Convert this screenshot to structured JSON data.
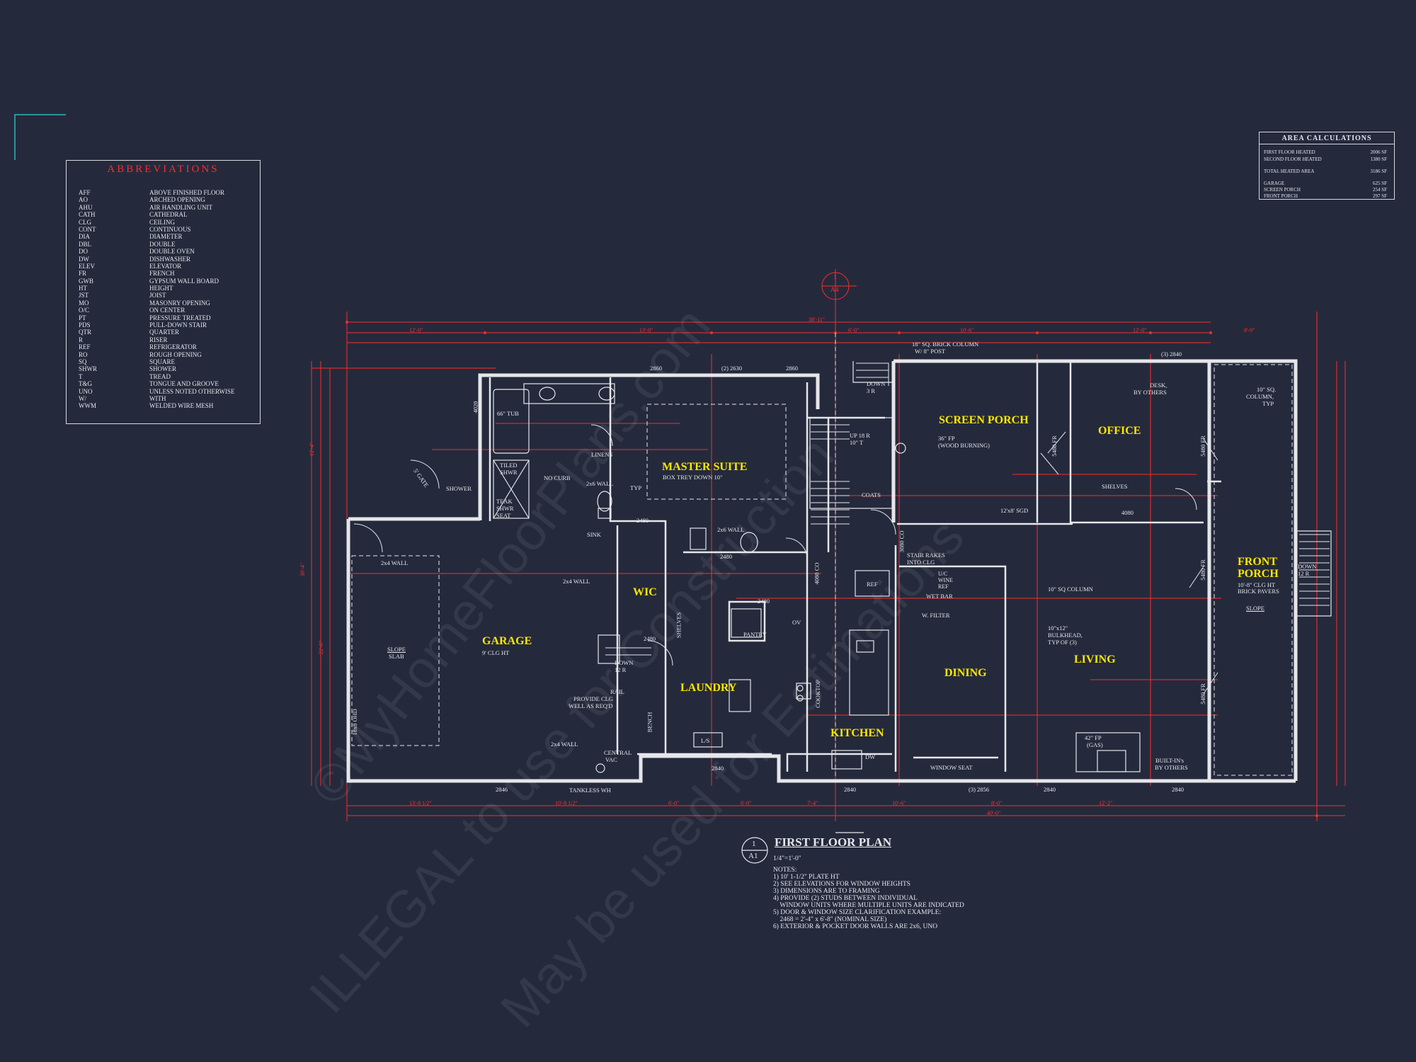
{
  "abbreviations": {
    "title": "ABBREVIATIONS",
    "rows": [
      [
        "AFF",
        "ABOVE FINISHED FLOOR"
      ],
      [
        "AO",
        "ARCHED OPENING"
      ],
      [
        "AHU",
        "AIR HANDLING UNIT"
      ],
      [
        "CATH",
        "CATHEDRAL"
      ],
      [
        "CLG",
        "CEILING"
      ],
      [
        "CONT",
        "CONTINUOUS"
      ],
      [
        "DIA",
        "DIAMETER"
      ],
      [
        "DBL",
        "DOUBLE"
      ],
      [
        "DO",
        "DOUBLE OVEN"
      ],
      [
        "DW",
        "DISHWASHER"
      ],
      [
        "ELEV",
        "ELEVATOR"
      ],
      [
        "FR",
        "FRENCH"
      ],
      [
        "GWB",
        "GYPSUM WALL BOARD"
      ],
      [
        "HT",
        "HEIGHT"
      ],
      [
        "JST",
        "JOIST"
      ],
      [
        "MO",
        "MASONRY OPENING"
      ],
      [
        "O/C",
        "ON CENTER"
      ],
      [
        "PT",
        "PRESSURE TREATED"
      ],
      [
        "PDS",
        "PULL-DOWN STAIR"
      ],
      [
        "QTR",
        "QUARTER"
      ],
      [
        "R",
        "RISER"
      ],
      [
        "REF",
        "REFRIGERATOR"
      ],
      [
        "RO",
        "ROUGH OPENING"
      ],
      [
        "SQ",
        "SQUARE"
      ],
      [
        "SHWR",
        "SHOWER"
      ],
      [
        "T",
        "TREAD"
      ],
      [
        "T&G",
        "TONGUE AND GROOVE"
      ],
      [
        "UNO",
        "UNLESS NOTED OTHERWISE"
      ],
      [
        "W/",
        "WITH"
      ],
      [
        "WWM",
        "WELDED WIRE MESH"
      ]
    ]
  },
  "area_calculations": {
    "title": "AREA CALCULATIONS",
    "rows": [
      [
        "FIRST FLOOR HEATED",
        "2006 SF"
      ],
      [
        "SECOND FLOOR HEATED",
        "1380 SF"
      ],
      [
        "TOTAL HEATED AREA",
        "3186 SF"
      ],
      [
        "GARAGE",
        "625 SF"
      ],
      [
        "SCREEN PORCH",
        "254 SF"
      ],
      [
        "FRONT PORCH",
        "297 SF"
      ]
    ]
  },
  "rooms": {
    "master_suite": "MASTER SUITE",
    "screen_porch": "SCREEN PORCH",
    "office": "OFFICE",
    "front_porch_1": "FRONT",
    "front_porch_2": "PORCH",
    "wic": "WIC",
    "garage": "GARAGE",
    "laundry": "LAUNDRY",
    "dining": "DINING",
    "living": "LIVING",
    "kitchen": "KITCHEN"
  },
  "labels": {
    "box_trey": "BOX TREY DOWN 10\"",
    "garage_clg": "9' CLG HT",
    "front_porch_clg": "10'-8\" CLG HT",
    "brick_pavers": "BRICK PAVERS",
    "tub": "66\" TUB",
    "tiled_shwr_1": "TILED",
    "tiled_shwr_2": "SHWR",
    "teak_1": "TEAK",
    "teak_2": "SHWR",
    "teak_3": "SEAT",
    "no_curb": "NO CURB",
    "linens": "LINENS",
    "wall_2x6_a": "2x6 WALL",
    "typ": "TYP",
    "sink": "SINK",
    "shower": "SHOWER",
    "gate": "5' GATE",
    "wall_2x4_a": "2x4 WALL",
    "wall_2x4_b": "2x4 WALL",
    "wall_2x4_c": "2x4 WALL",
    "wall_2x6_b": "2x6 WALL",
    "slope_slab_1": "SLOPE",
    "slope_slab_2": "SLAB",
    "ohd": "18x8 OHD",
    "down_1": "DOWN",
    "down_1b": "12 R",
    "rail": "RAIL",
    "provide_clg_1": "PROVIDE CLG",
    "provide_clg_2": "WELL AS REQ'D",
    "bench": "BENCH",
    "central_vac_1": "CENTRAL",
    "central_vac_2": "VAC",
    "tankless": "TANKLESS WH",
    "ls": "L/S",
    "pantry": "PANTRY",
    "shelves_1": "SHELVES",
    "ov": "OV",
    "cooktop": "COOKTOP",
    "dw": "DW",
    "ref": "REF",
    "wet_bar": "WET BAR",
    "uc_wine_1": "U/C",
    "uc_wine_2": "WINE",
    "uc_wine_3": "REF",
    "w_filter": "W. FILTER",
    "stair_rakes_1": "STAIR RAKES",
    "stair_rakes_2": "INTO CLG",
    "coats": "COATS",
    "up_stair_1": "UP 18 R",
    "up_stair_2": "10\" T",
    "down_2": "DOWN",
    "down_2b": "3 R",
    "fp_1": "36\" FP",
    "fp_2": "(WOOD BURNING)",
    "brick_col_1": "18\" SQ. BRICK COLUMN",
    "brick_col_2": "W/ 8\" POST",
    "sgd": "12'x8' SGD",
    "shelves_2": "SHELVES",
    "desk_1": "DESK,",
    "desk_2": "BY OTHERS",
    "sq_col_1": "10\" SQ.",
    "sq_col_2": "COLUMN,",
    "sq_col_3": "TYP",
    "down_3": "DOWN",
    "down_3b": "12 R",
    "slope_porch": "SLOPE",
    "sq_col_living": "10\" SQ COLUMN",
    "bulkhead_1": "10\"x12\"",
    "bulkhead_2": "BULKHEAD,",
    "bulkhead_3": "TYP OF (3)",
    "window_seat": "WINDOW SEAT",
    "fp_gas_1": "42\" FP",
    "fp_gas_2": "(GAS)",
    "built_ins_1": "BUILT-IN's",
    "built_ins_2": "BY OTHERS"
  },
  "window_codes": {
    "w1": "2860",
    "w2": "(2) 2630",
    "w3": "2860",
    "w4": "(3) 2840",
    "w5": "4020",
    "w6": "2480",
    "w7": "2480",
    "w8": "2480",
    "w9": "2480",
    "w10": "2840",
    "w11": "2846",
    "w12": "2840",
    "w13": "(3) 2856",
    "w14": "2840",
    "w15": "2840",
    "w16": "4080",
    "w17": "3080 CO",
    "w18": "4080 CO",
    "w19": "5480 FR",
    "w20": "5480 FR",
    "w21": "5480 FR",
    "w22": "5480 FR"
  },
  "dimensions": {
    "top_total": "38'-11\"",
    "top_a": "12'-0\"",
    "top_b": "13'-0\"",
    "top_c": "6'-0\"",
    "top_d": "10'-6\"",
    "top_e": "12'-0\"",
    "top_f": "8'-0\"",
    "bot_total": "40'-0\"",
    "bot_a": "13'-8 1/2\"",
    "bot_b": "10'-8 1/2\"",
    "bot_c": "6'-0\"",
    "bot_d": "6'-0\"",
    "bot_e": "7'-4\"",
    "bot_f": "10'-6\"",
    "bot_g": "8'-0\"",
    "bot_h": "12'-2\"",
    "left_total": "30'-4\"",
    "left_a": "12'-4\"",
    "left_b": "22'-0\""
  },
  "section_marker": {
    "num": "1",
    "sheet": "A4"
  },
  "plan": {
    "marker_num": "1",
    "marker_sheet": "A1",
    "title": "FIRST FLOOR PLAN",
    "scale": "1/4\"=1'-0\"",
    "notes": [
      "NOTES:",
      "1) 10' 1-1/2\" PLATE HT",
      "2) SEE ELEVATIONS FOR WINDOW HEIGHTS",
      "3) DIMENSIONS ARE TO FRAMING",
      "4) PROVIDE (2) STUDS BETWEEN INDIVIDUAL",
      "    WINDOW UNITS WHERE MULTIPLE UNITS ARE INDICATED",
      "5) DOOR & WINDOW SIZE CLARIFICATION EXAMPLE:",
      "    2468 = 2'-4\" x 6'-8\" (NOMINAL SIZE)",
      "6) EXTERIOR & POCKET DOOR WALLS ARE 2x6, UNO"
    ]
  },
  "watermarks": {
    "w1": "©MyHomeFloorPlans.com",
    "w2": "ILLEGAL to use for Construction",
    "w3": "May be used for Estimations"
  },
  "colors": {
    "background": "#242a3c",
    "lines": "#e6e6ea",
    "dimension": "#ff2a2a",
    "room_label": "#ffe600"
  }
}
